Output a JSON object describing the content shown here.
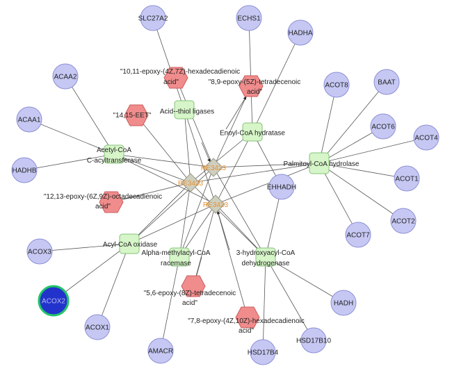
{
  "colors": {
    "gene": "#c6c8f3",
    "gene_stroke": "#8c8fd6",
    "gene_highlight": "#2233cc",
    "gene_highlight_stroke": "#22c46a",
    "enzyme": "#d6f5c8",
    "enzyme_stroke": "#86c27a",
    "metabolite": "#f08c8c",
    "metabolite_stroke": "#cc5c5c",
    "reaction": "#cfcfc0",
    "reaction_stroke": "#999988",
    "reaction_label": "#e8912e",
    "edge": "#555555"
  },
  "genes": {
    "slc27a2": "SLC27A2",
    "echs1": "ECHS1",
    "hadha": "HADHA",
    "acaa2": "ACAA2",
    "acaa1": "ACAA1",
    "hadhb": "HADHB",
    "acot8": "ACOT8",
    "baat": "BAAT",
    "acot6": "ACOT6",
    "acot4": "ACOT4",
    "acot1": "ACOT1",
    "acot2": "ACOT2",
    "acot7": "ACOT7",
    "ehhadh": "EHHADH",
    "acox3": "ACOX3",
    "acox2": "ACOX2",
    "acox1": "ACOX1",
    "amacr": "AMACR",
    "hadh": "HADH",
    "hsd17b10": "HSD17B10",
    "hsd17b4": "HSD17B4"
  },
  "enzymes": {
    "acid_thiol": "Acid--thiol ligases",
    "enoyl_coa": "Enoyl-CoA hydratase",
    "acetyl_coa_1": "Acetyl-CoA",
    "acetyl_coa_2": "C-acyltransferase",
    "palmitoyl": "Palmitoyl-CoA hydrolase",
    "acyl_coa_ox": "Acyl-CoA oxidase",
    "alpha_1": "Alpha-methylacyl-CoA",
    "alpha_2": "racemase",
    "hydroxy_1": "3-hydroxyacyl-CoA",
    "hydroxy_2": "dehydrogenase"
  },
  "metabolites": {
    "m1011_1": "\"10,11-epoxy-(4Z,7Z)-hexadecadienoic",
    "m1011_2": "acid\"",
    "m89_1": "\"8,9-epoxy-(5Z)-tetradecenoic",
    "m89_2": "acid\"",
    "m1415": "\"14,15-EET\"",
    "m1213_1": "\"12,13-epoxy-(6Z,9Z)-octadecadienoic",
    "m1213_2": "acid\"",
    "m56_1": "\"5,6-epoxy-(8Z)-tetradecenoic",
    "m56_2": "acid\"",
    "m78_1": "\"7,8-epoxy-(4Z,10Z)-hexadecadienoic",
    "m78_2": "acid\""
  },
  "reactions": {
    "r1": "RE3423",
    "r2": "RE3423",
    "r3": "RE3423"
  }
}
